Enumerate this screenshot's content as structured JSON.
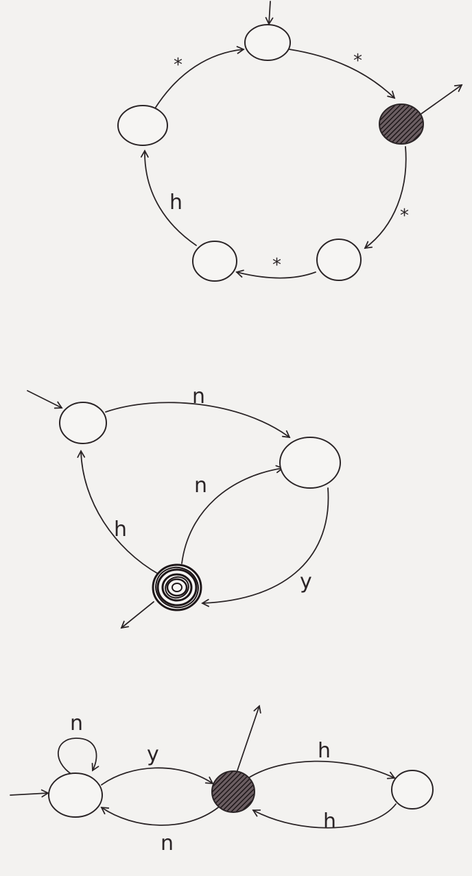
{
  "colors": {
    "paper": "#f3f2f0",
    "ink": "#2a2426"
  },
  "diagrams": [
    {
      "id": "pentagon",
      "states": [
        {
          "id": "p-top",
          "accepting": false,
          "initial": true
        },
        {
          "id": "p-right",
          "accepting": true,
          "initial": false,
          "style": "hatched"
        },
        {
          "id": "p-bottom-right",
          "accepting": false,
          "initial": false
        },
        {
          "id": "p-bottom-left",
          "accepting": false,
          "initial": false
        },
        {
          "id": "p-left",
          "accepting": false,
          "initial": false
        }
      ],
      "transitions": [
        {
          "from": "p-top",
          "to": "p-right",
          "label": "*"
        },
        {
          "from": "p-right",
          "to": "p-bottom-right",
          "label": "*"
        },
        {
          "from": "p-bottom-right",
          "to": "p-bottom-left",
          "label": "*"
        },
        {
          "from": "p-bottom-left",
          "to": "p-left",
          "label": "h"
        },
        {
          "from": "p-left",
          "to": "p-top",
          "label": "*"
        }
      ]
    },
    {
      "id": "triangle",
      "states": [
        {
          "id": "t-top-left",
          "accepting": false,
          "initial": true
        },
        {
          "id": "t-right",
          "accepting": false,
          "initial": false
        },
        {
          "id": "t-bottom",
          "accepting": true,
          "initial": false,
          "style": "spiral"
        }
      ],
      "transitions": [
        {
          "from": "t-top-left",
          "to": "t-right",
          "label": "n"
        },
        {
          "from": "t-bottom",
          "to": "t-right",
          "label": "n"
        },
        {
          "from": "t-right",
          "to": "t-bottom",
          "label": "y"
        },
        {
          "from": "t-bottom",
          "to": "t-top-left",
          "label": "h"
        }
      ]
    },
    {
      "id": "chain",
      "states": [
        {
          "id": "c-left",
          "accepting": false,
          "initial": true
        },
        {
          "id": "c-middle",
          "accepting": true,
          "initial": false,
          "style": "hatched"
        },
        {
          "id": "c-right",
          "accepting": false,
          "initial": false
        }
      ],
      "transitions": [
        {
          "from": "c-left",
          "to": "c-left",
          "label": "n"
        },
        {
          "from": "c-left",
          "to": "c-middle",
          "label": "y"
        },
        {
          "from": "c-middle",
          "to": "c-left",
          "label": "n"
        },
        {
          "from": "c-middle",
          "to": "c-right",
          "label": "h"
        },
        {
          "from": "c-right",
          "to": "c-middle",
          "label": "h"
        }
      ]
    }
  ]
}
